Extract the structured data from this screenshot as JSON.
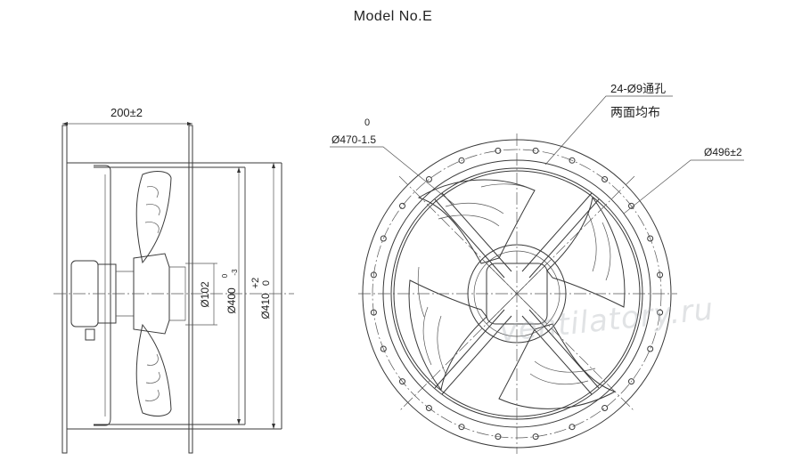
{
  "title": "Model No.E",
  "side_view": {
    "width_dim": "200±2",
    "hub_dim": "Ø102",
    "inner_dim_main": "Ø400",
    "inner_dim_tol_upper": "0",
    "inner_dim_tol_lower": "-3",
    "outer_dim_main": "Ø410",
    "outer_dim_tol_upper": "+2",
    "outer_dim_tol_lower": "0"
  },
  "front_view": {
    "ring_dim_main": "Ø470-1.5",
    "ring_dim_tol": "0",
    "holes_line1": "24-Ø9通孔",
    "holes_line2": "两面均布",
    "flange_dim": "Ø496±2"
  },
  "watermark": "ventilatory.ru"
}
